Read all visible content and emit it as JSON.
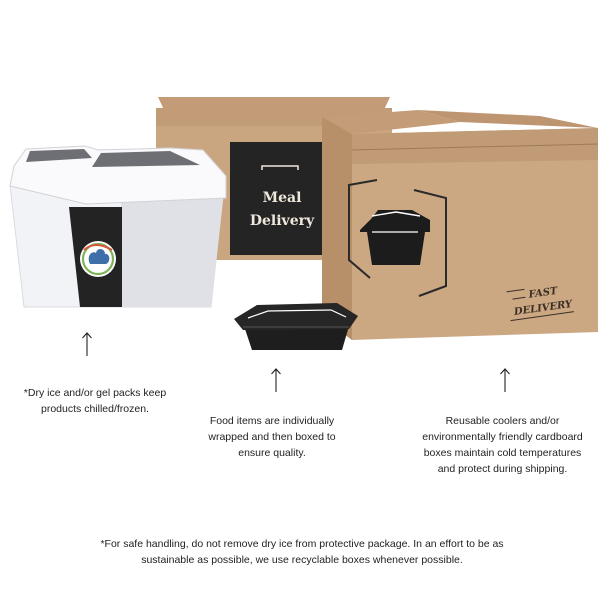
{
  "back_box": {
    "label_line1": "Meal",
    "label_line2": "Delivery"
  },
  "front_box": {
    "stamp_line1": "FAST",
    "stamp_line2": "DELIVERY"
  },
  "captions": {
    "cooler": "*Dry ice and/or gel packs keep products chilled/frozen.",
    "tray": "Food items are individually wrapped and then boxed to ensure quality.",
    "box": "Reusable coolers and/or environmentally friendly cardboard boxes maintain cold temperatures and protect during shipping."
  },
  "footnote": "*For safe handling, do not remove dry ice from protective package. In an effort to be as sustainable as possible, we use recyclable boxes whenever possible.",
  "colors": {
    "cardboard": "#c9a47e",
    "cardboard_dark": "#b08761",
    "label": "#242424",
    "cooler": "#f4f5f8",
    "lid_inset": "#6d6f74"
  }
}
